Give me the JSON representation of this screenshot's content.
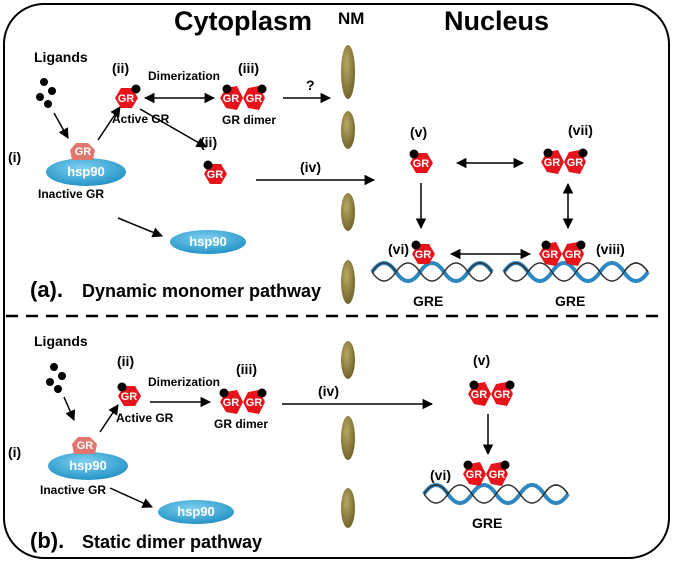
{
  "headers": {
    "cytoplasm": "Cytoplasm",
    "nm": "NM",
    "nucleus": "Nucleus"
  },
  "labels": {
    "ligands": "Ligands",
    "dimerization": "Dimerization",
    "active_gr": "Active GR",
    "gr_dimer": "GR dimer",
    "inactive_gr": "Inactive GR",
    "question": "?",
    "gr": "GR",
    "hsp90": "hsp90",
    "gre": "GRE"
  },
  "panel_a": {
    "letter": "(a).",
    "title": "Dynamic monomer pathway",
    "roman": {
      "i": "(i)",
      "ii_top": "(ii)",
      "iii": "(iii)",
      "ii_mid": "(ii)",
      "iv": "(iv)",
      "v": "(v)",
      "vi": "(vi)",
      "vii": "(vii)",
      "viii": "(viii)"
    }
  },
  "panel_b": {
    "letter": "(b).",
    "title": "Static dimer pathway",
    "roman": {
      "i": "(i)",
      "ii": "(ii)",
      "iii": "(iii)",
      "iv": "(iv)",
      "v": "(v)",
      "vi": "(vi)"
    }
  },
  "colors": {
    "gr_red": "#e8141c",
    "gr_pale": "#e0776e",
    "hsp_blue": "#29a6d6",
    "membrane": "#8a7b38",
    "dna_blue": "#2e87c0"
  }
}
